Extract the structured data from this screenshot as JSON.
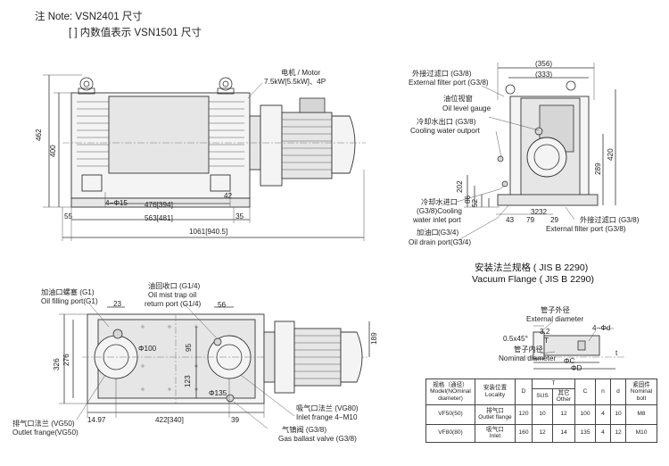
{
  "notes": {
    "line1": "注 Note: VSN2401 尺寸",
    "line2": "[ ] 内数值表示 VSN1501 尺寸"
  },
  "side_view": {
    "motor": "电机 / Motor",
    "motor_spec": "7.5kW[5.5kW]、4P",
    "dim_462": "462",
    "dim_400": "400",
    "dim_42": "42",
    "dim_476": "476[394]",
    "dim_hole": "4−Φ15",
    "dim_563": "563[481]",
    "dim_55": "55",
    "dim_35": "35",
    "dim_1061": "1061[940.5]"
  },
  "end_view": {
    "dim_356": "(356)",
    "dim_333": "(333)",
    "ext_filter_top": "外接过滤口 (G3/8)",
    "ext_filter_top_en": "External filter port (G3/8)",
    "oil_gauge": "油位视窗",
    "oil_gauge_en": "Oil level gauge",
    "cool_out": "冷却水出口 (G3/8)",
    "cool_out_en": "Cooling water outport",
    "cool_in": "冷却水进口",
    "cool_in_2": "(G3/8)Cooling",
    "cool_in_en": "water inlet port",
    "oil_drain": "加油口",
    "oil_drain_en": "Oil drain port(G3/4)",
    "oil_drain_spec": "(G3/4)",
    "ext_filter_bot": "外接过滤口 (G3/8)",
    "ext_filter_bot_en": "External filter port (G3/8)",
    "dim_420": "420",
    "dim_289": "289",
    "dim_202": "202",
    "dim_86": "86",
    "dim_52": "52",
    "dim_43": "43",
    "dim_32a": "32",
    "dim_32b": "32",
    "dim_79": "79",
    "dim_29": "29"
  },
  "top_view": {
    "oil_fill": "加油口螺塞 (G1)",
    "oil_fill_en": "Oil filling port(G1)",
    "oil_mist": "油回收口 (G1/4)",
    "oil_mist_en": "Oil mist trap oil",
    "oil_mist_en2": "return port (G1/4)",
    "outlet": "排气口法兰 (VG50)",
    "outlet_en": "Outlet frange(VG50)",
    "inlet": "吸气口法兰 (VG80)",
    "inlet_en": "Inlet frange 4−M10",
    "gas_ballast": "气镇阀 (G3/8)",
    "gas_ballast_en": "Gas ballast valve (G3/8)",
    "dim_23": "23",
    "dim_56": "56",
    "dim_phi100": "Φ100",
    "dim_phi135": "Φ135",
    "dim_189": "189",
    "dim_326": "326",
    "dim_276": "276",
    "dim_95": "95",
    "dim_123": "123",
    "dim_14_97": "14.97",
    "dim_422": "422[340]",
    "dim_39": "39"
  },
  "flange": {
    "title_cn": "安装法兰规格 ( JIS B 2290)",
    "title_en": "Vacuum Flange ( JIS B 2290)",
    "outer": "管子外径",
    "outer_en": "External diameter",
    "inner": "管子内径",
    "inner_en": "Nominal diameter",
    "dim_3_2": "3.2",
    "dim_0_5": "0.5x45°",
    "dim_4phid": "4−Φd",
    "dim_T": "T",
    "dim_t": "t",
    "dim_phiC": "ΦC",
    "dim_phiD": "ΦD"
  },
  "spec_table": {
    "h_model_cn": "规格（通径）",
    "h_model_en": "Model(NOminal",
    "h_model_en2": "diameter)",
    "h_loc_cn": "安装位置",
    "h_loc_en": "Locality",
    "h_D": "D",
    "h_T": "T",
    "h_sus": "SUS",
    "h_other_cn": "其它",
    "h_other_en": "Other",
    "h_C": "C",
    "h_n": "n",
    "h_d": "d",
    "h_bolt_cn": "紧固件",
    "h_bolt_en": "Nominal",
    "h_bolt_en2": "bolt",
    "rows": [
      {
        "model": "VF50(50)",
        "loc_cn": "排气口",
        "loc_en": "Outlet flange",
        "D": "120",
        "sus": "10",
        "other": "12",
        "C": "100",
        "n": "4",
        "d": "10",
        "bolt": "M8"
      },
      {
        "model": "VF80(80)",
        "loc_cn": "吸气口",
        "loc_en": "Inlet",
        "D": "160",
        "sus": "12",
        "other": "14",
        "C": "135",
        "n": "4",
        "d": "12",
        "bolt": "M10"
      }
    ]
  }
}
